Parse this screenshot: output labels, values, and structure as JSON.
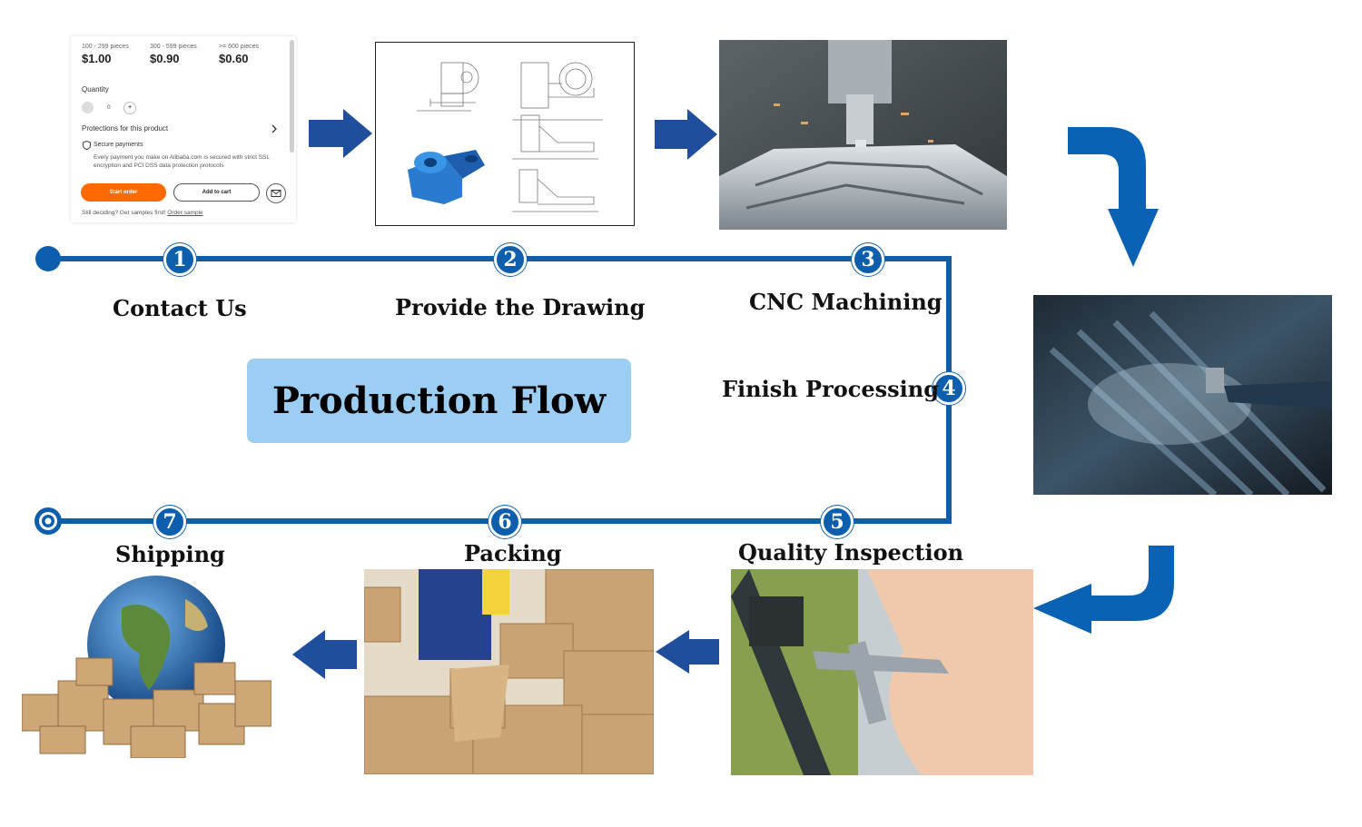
{
  "title": "Production Flow",
  "colors": {
    "flow_blue": "#0d5fad",
    "arrow_blue": "#1f4e9c",
    "title_bg": "#9ccdf2"
  },
  "steps": [
    {
      "num": "1",
      "label": "Contact Us"
    },
    {
      "num": "2",
      "label": "Provide the Drawing"
    },
    {
      "num": "3",
      "label": "CNC Machining"
    },
    {
      "num": "4",
      "label": "Finish Processing"
    },
    {
      "num": "5",
      "label": "Quality Inspection"
    },
    {
      "num": "6",
      "label": "Packing"
    },
    {
      "num": "7",
      "label": "Shipping"
    }
  ],
  "order_panel": {
    "tiers": [
      {
        "range": "100 - 299 pieces",
        "price": "$1.00"
      },
      {
        "range": "300 - 599 pieces",
        "price": "$0.90"
      },
      {
        "range": ">= 600 pieces",
        "price": "$0.60"
      }
    ],
    "quantity_label": "Quantity",
    "quantity_value": "0",
    "qty_plus": "+",
    "protections": "Protections for this product",
    "secure_title": "Secure payments",
    "secure_text": "Every payment you make on Alibaba.com is secured with strict SSL encryption and PCI DSS data protection protocols",
    "start_order": "Start order",
    "add_to_cart": "Add to cart",
    "samples_text": "Still deciding? Get samples first!",
    "order_sample": "Order sample"
  },
  "icons": [
    "arrow-right-icon",
    "arrow-down-icon",
    "arrow-left-icon",
    "target-icon",
    "envelope-icon",
    "shield-icon",
    "chevron-right-icon"
  ]
}
